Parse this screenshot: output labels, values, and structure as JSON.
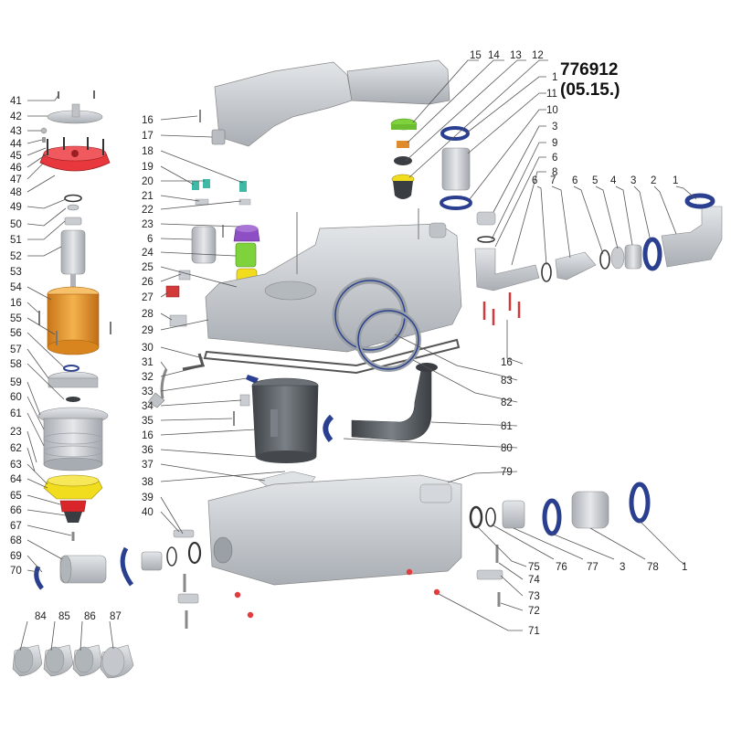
{
  "header": {
    "part_code": "776912",
    "revision": "(05.15.)"
  },
  "colors": {
    "body_grey": "#c9cdd2",
    "dark_grey": "#5c6166",
    "motor_orange": "#e89a2b",
    "cap_red": "#e8383d",
    "impeller_yellow": "#f2dc1e",
    "level_green": "#7ed23b",
    "switch_purple": "#8e4fc4",
    "clamp_blue": "#2a3f8f",
    "teal_clip": "#3fb8a6",
    "screw_red": "#d23a3a"
  },
  "callouts": [
    {
      "id": "c41",
      "text": "41"
    },
    {
      "id": "c42",
      "text": "42"
    },
    {
      "id": "c43",
      "text": "43"
    },
    {
      "id": "c44",
      "text": "44"
    },
    {
      "id": "c45",
      "text": "45"
    },
    {
      "id": "c46",
      "text": "46"
    },
    {
      "id": "c47",
      "text": "47"
    },
    {
      "id": "c48",
      "text": "48"
    },
    {
      "id": "c49",
      "text": "49"
    },
    {
      "id": "c50",
      "text": "50"
    },
    {
      "id": "c51",
      "text": "51"
    },
    {
      "id": "c52",
      "text": "52"
    },
    {
      "id": "c53",
      "text": "53"
    },
    {
      "id": "c54",
      "text": "54"
    },
    {
      "id": "c16a",
      "text": "16"
    },
    {
      "id": "c55",
      "text": "55"
    },
    {
      "id": "c56",
      "text": "56"
    },
    {
      "id": "c57",
      "text": "57"
    },
    {
      "id": "c58",
      "text": "58"
    },
    {
      "id": "c59",
      "text": "59"
    },
    {
      "id": "c60",
      "text": "60"
    },
    {
      "id": "c61",
      "text": "61"
    },
    {
      "id": "c23a",
      "text": "23"
    },
    {
      "id": "c62",
      "text": "62"
    },
    {
      "id": "c63",
      "text": "63"
    },
    {
      "id": "c64",
      "text": "64"
    },
    {
      "id": "c65",
      "text": "65"
    },
    {
      "id": "c66",
      "text": "66"
    },
    {
      "id": "c67",
      "text": "67"
    },
    {
      "id": "c68",
      "text": "68"
    },
    {
      "id": "c69",
      "text": "69"
    },
    {
      "id": "c70",
      "text": "70"
    },
    {
      "id": "c16b",
      "text": "16"
    },
    {
      "id": "c17",
      "text": "17"
    },
    {
      "id": "c18",
      "text": "18"
    },
    {
      "id": "c19",
      "text": "19"
    },
    {
      "id": "c20",
      "text": "20"
    },
    {
      "id": "c21",
      "text": "21"
    },
    {
      "id": "c22",
      "text": "22"
    },
    {
      "id": "c23b",
      "text": "23"
    },
    {
      "id": "c6a",
      "text": "6"
    },
    {
      "id": "c24",
      "text": "24"
    },
    {
      "id": "c25",
      "text": "25"
    },
    {
      "id": "c26",
      "text": "26"
    },
    {
      "id": "c27",
      "text": "27"
    },
    {
      "id": "c28",
      "text": "28"
    },
    {
      "id": "c29",
      "text": "29"
    },
    {
      "id": "c30",
      "text": "30"
    },
    {
      "id": "c31",
      "text": "31"
    },
    {
      "id": "c32",
      "text": "32"
    },
    {
      "id": "c33",
      "text": "33"
    },
    {
      "id": "c34",
      "text": "34"
    },
    {
      "id": "c35",
      "text": "35"
    },
    {
      "id": "c16c",
      "text": "16"
    },
    {
      "id": "c36",
      "text": "36"
    },
    {
      "id": "c37",
      "text": "37"
    },
    {
      "id": "c38",
      "text": "38"
    },
    {
      "id": "c39",
      "text": "39"
    },
    {
      "id": "c40",
      "text": "40"
    },
    {
      "id": "c15",
      "text": "15"
    },
    {
      "id": "c14",
      "text": "14"
    },
    {
      "id": "c13",
      "text": "13"
    },
    {
      "id": "c12",
      "text": "12"
    },
    {
      "id": "c1a",
      "text": "1"
    },
    {
      "id": "c11",
      "text": "11"
    },
    {
      "id": "c10",
      "text": "10"
    },
    {
      "id": "c3a",
      "text": "3"
    },
    {
      "id": "c9",
      "text": "9"
    },
    {
      "id": "c6b",
      "text": "6"
    },
    {
      "id": "c8",
      "text": "8"
    },
    {
      "id": "c6c",
      "text": "6"
    },
    {
      "id": "c7",
      "text": "7"
    },
    {
      "id": "c6d",
      "text": "6"
    },
    {
      "id": "c5",
      "text": "5"
    },
    {
      "id": "c4",
      "text": "4"
    },
    {
      "id": "c3b",
      "text": "3"
    },
    {
      "id": "c2",
      "text": "2"
    },
    {
      "id": "c1b",
      "text": "1"
    },
    {
      "id": "c16d",
      "text": "16"
    },
    {
      "id": "c83",
      "text": "83"
    },
    {
      "id": "c82",
      "text": "82"
    },
    {
      "id": "c81",
      "text": "81"
    },
    {
      "id": "c80",
      "text": "80"
    },
    {
      "id": "c79",
      "text": "79"
    },
    {
      "id": "c75",
      "text": "75"
    },
    {
      "id": "c76",
      "text": "76"
    },
    {
      "id": "c77",
      "text": "77"
    },
    {
      "id": "c3c",
      "text": "3"
    },
    {
      "id": "c78",
      "text": "78"
    },
    {
      "id": "c1c",
      "text": "1"
    },
    {
      "id": "c74",
      "text": "74"
    },
    {
      "id": "c73",
      "text": "73"
    },
    {
      "id": "c72",
      "text": "72"
    },
    {
      "id": "c71",
      "text": "71"
    },
    {
      "id": "c84",
      "text": "84"
    },
    {
      "id": "c85",
      "text": "85"
    },
    {
      "id": "c86",
      "text": "86"
    },
    {
      "id": "c87",
      "text": "87"
    }
  ]
}
